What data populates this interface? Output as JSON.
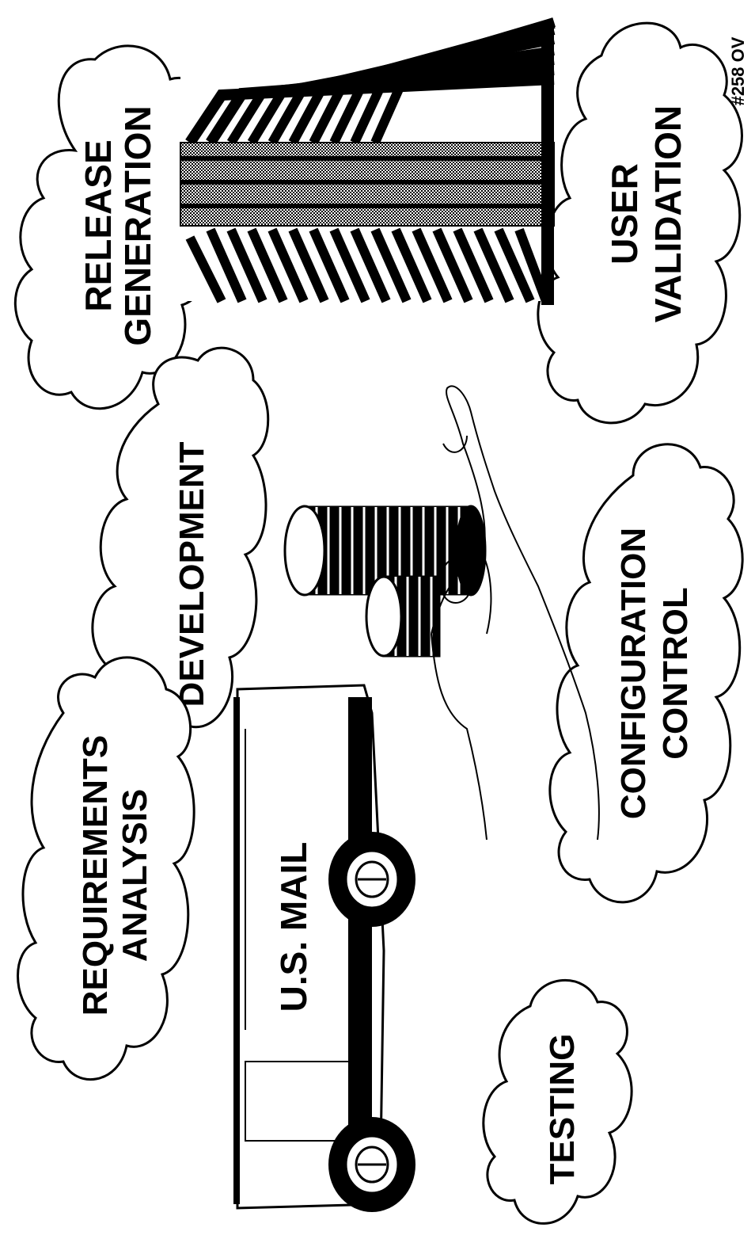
{
  "clouds": {
    "requirements_analysis": {
      "line1": "REQUIREMENTS",
      "line2": "ANALYSIS"
    },
    "development": {
      "line1": "DEVELOPMENT"
    },
    "release_generation": {
      "line1": "RELEASE",
      "line2": "GENERATION"
    },
    "testing": {
      "line1": "TESTING"
    },
    "configuration_control": {
      "line1": "CONFIGURATION",
      "line2": "CONTROL"
    },
    "user_validation": {
      "line1": "USER",
      "line2": "VALIDATION"
    }
  },
  "truck": {
    "label": "U.S. MAIL"
  },
  "corner_note": "#258 OV"
}
